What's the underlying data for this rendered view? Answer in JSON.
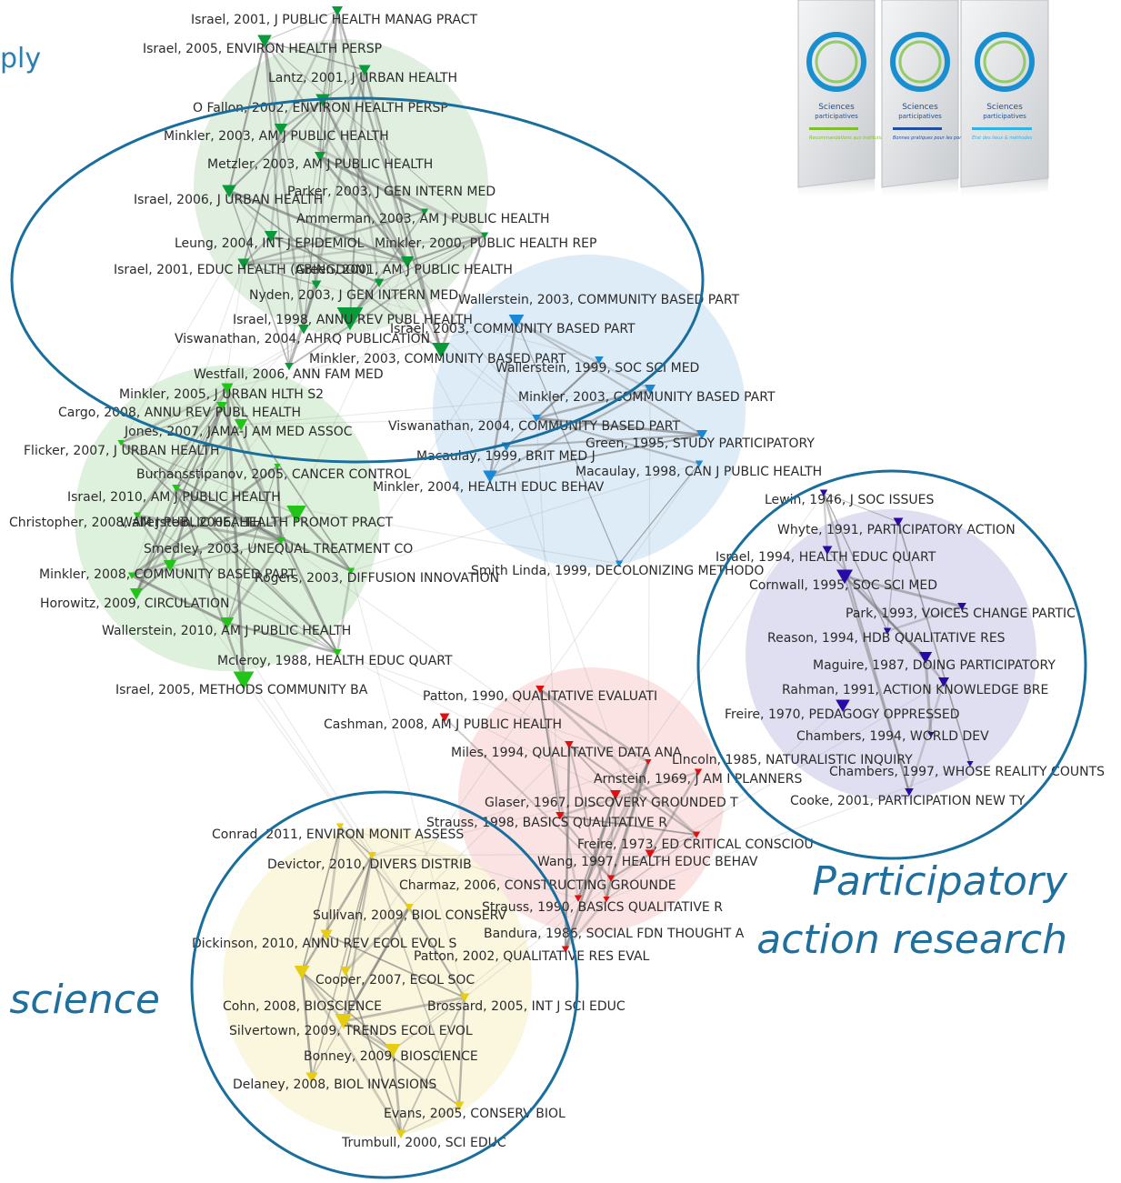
{
  "heading_fragment": "ply",
  "cluster_titles": {
    "par": [
      "Participatory",
      "action research"
    ],
    "cit": "n science"
  },
  "brochure": {
    "covers": [
      {
        "title1": "Sciences",
        "title2": "participatives",
        "subtitle": "Recommandations aux institutions",
        "accent": "#7fbf2a"
      },
      {
        "title1": "Sciences",
        "title2": "participatives",
        "subtitle": "Bonnes pratiques pour les porteurs de projet",
        "accent": "#1f4f9e"
      },
      {
        "title1": "Sciences",
        "title2": "participatives",
        "subtitle": "État des lieux & méthodes",
        "accent": "#2fb3e0"
      }
    ]
  },
  "colors": {
    "cbpr": "#0a9a3a",
    "cbpr_light": "#22c41a",
    "blue": "#1a88d6",
    "purple": "#2a0aa6",
    "red": "#e01010",
    "yellow": "#e6cc12",
    "ellipse": "#1a6e9e"
  },
  "nodes": [
    {
      "label": "Israel, 2001, J PUBLIC HEALTH MANAG PRACT",
      "c": "cbpr"
    },
    {
      "label": "Israel, 2005, ENVIRON HEALTH PERSP",
      "c": "cbpr"
    },
    {
      "label": "Lantz, 2001, J URBAN HEALTH",
      "c": "cbpr"
    },
    {
      "label": "O Fallon, 2002, ENVIRON HEALTH PERSP",
      "c": "cbpr"
    },
    {
      "label": "Minkler, 2003, AM J PUBLIC HEALTH",
      "c": "cbpr"
    },
    {
      "label": "Metzler, 2003, AM J PUBLIC HEALTH",
      "c": "cbpr"
    },
    {
      "label": "Parker, 2003, J GEN INTERN MED",
      "c": "cbpr"
    },
    {
      "label": "Israel, 2006, J URBAN HEALTH",
      "c": "cbpr"
    },
    {
      "label": "Ammerman, 2003, AM J PUBLIC HEALTH",
      "c": "cbpr"
    },
    {
      "label": "Leung, 2004, INT J EPIDEMIOL",
      "c": "cbpr"
    },
    {
      "label": "Minkler, 2000, PUBLIC HEALTH REP",
      "c": "cbpr"
    },
    {
      "label": "Israel, 2001, EDUC HEALTH (ABINGDON)",
      "c": "cbpr"
    },
    {
      "label": "Green, 2001, AM J PUBLIC HEALTH",
      "c": "cbpr"
    },
    {
      "label": "Nyden, 2003, J GEN INTERN MED",
      "c": "cbpr"
    },
    {
      "label": "Israel, 1998, ANNU REV PUBL HEALTH",
      "c": "cbpr"
    },
    {
      "label": "Viswanathan, 2004, AHRQ PUBLICATION",
      "c": "cbpr"
    },
    {
      "label": "Israel, 2003, COMMUNITY BASED PART",
      "c": "cbpr"
    },
    {
      "label": "Minkler, 2003, COMMUNITY BASED PART",
      "c": "cbpr"
    },
    {
      "label": "Westfall, 2006, ANN FAM MED",
      "c": "cbpr_light"
    },
    {
      "label": "Minkler, 2005, J URBAN HLTH S2",
      "c": "cbpr_light"
    },
    {
      "label": "Cargo, 2008, ANNU REV PUBL HEALTH",
      "c": "cbpr_light"
    },
    {
      "label": "Jones, 2007, JAMA-J AM MED ASSOC",
      "c": "cbpr_light"
    },
    {
      "label": "Flicker, 2007, J URBAN HEALTH",
      "c": "cbpr_light"
    },
    {
      "label": "Burhansstipanov, 2005, CANCER CONTROL",
      "c": "cbpr_light"
    },
    {
      "label": "Israel, 2010, AM J PUBLIC HEALTH",
      "c": "cbpr_light"
    },
    {
      "label": "Christopher, 2008, AM J PUBLIC HEALTH",
      "c": "cbpr_light"
    },
    {
      "label": "Wallerstein, 2006, HEALTH PROMOT PRACT",
      "c": "cbpr_light"
    },
    {
      "label": "Smedley, 2003, UNEQUAL TREATMENT CO",
      "c": "cbpr_light"
    },
    {
      "label": "Minkler, 2008, COMMUNITY BASED PART",
      "c": "cbpr_light"
    },
    {
      "label": "Rogers, 2003, DIFFUSION INNOVATION",
      "c": "cbpr_light"
    },
    {
      "label": "Horowitz, 2009, CIRCULATION",
      "c": "cbpr_light"
    },
    {
      "label": "Wallerstein, 2010, AM J PUBLIC HEALTH",
      "c": "cbpr_light"
    },
    {
      "label": "Mcleroy, 1988, HEALTH EDUC QUART",
      "c": "cbpr_light"
    },
    {
      "label": "Israel, 2005, METHODS COMMUNITY BA",
      "c": "cbpr_light"
    },
    {
      "label": "Wallerstein, 2003, COMMUNITY BASED PART",
      "c": "blue"
    },
    {
      "label": "Wallerstein, 1999, SOC SCI MED",
      "c": "blue"
    },
    {
      "label": "Minkler, 2003, COMMUNITY BASED PART",
      "c": "blue"
    },
    {
      "label": "Viswanathan, 2004, COMMUNITY BASED PART",
      "c": "blue"
    },
    {
      "label": "Green, 1995, STUDY PARTICIPATORY",
      "c": "blue"
    },
    {
      "label": "Macaulay, 1999, BRIT MED J",
      "c": "blue"
    },
    {
      "label": "Macaulay, 1998, CAN J PUBLIC HEALTH",
      "c": "blue"
    },
    {
      "label": "Minkler, 2004, HEALTH EDUC BEHAV",
      "c": "blue"
    },
    {
      "label": "Smith Linda, 1999, DECOLONIZING METHODO",
      "c": "blue"
    },
    {
      "label": "Lewin, 1946, J SOC ISSUES",
      "c": "purple"
    },
    {
      "label": "Whyte, 1991, PARTICIPATORY ACTION",
      "c": "purple"
    },
    {
      "label": "Israel, 1994, HEALTH EDUC QUART",
      "c": "purple"
    },
    {
      "label": "Cornwall, 1995, SOC SCI MED",
      "c": "purple"
    },
    {
      "label": "Park, 1993, VOICES CHANGE PARTIC",
      "c": "purple"
    },
    {
      "label": "Reason, 1994, HDB QUALITATIVE RES",
      "c": "purple"
    },
    {
      "label": "Maguire, 1987, DOING PARTICIPATORY",
      "c": "purple"
    },
    {
      "label": "Rahman, 1991, ACTION KNOWLEDGE BRE",
      "c": "purple"
    },
    {
      "label": "Freire, 1970, PEDAGOGY OPPRESSED",
      "c": "purple"
    },
    {
      "label": "Chambers, 1994, WORLD DEV",
      "c": "purple"
    },
    {
      "label": "Chambers, 1997, WHOSE REALITY COUNTS",
      "c": "purple"
    },
    {
      "label": "Cooke, 2001, PARTICIPATION NEW TY",
      "c": "purple"
    },
    {
      "label": "Patton, 1990, QUALITATIVE EVALUATI",
      "c": "red"
    },
    {
      "label": "Cashman, 2008, AM J PUBLIC HEALTH",
      "c": "red"
    },
    {
      "label": "Miles, 1994, QUALITATIVE DATA ANA",
      "c": "red"
    },
    {
      "label": "Lincoln, 1985, NATURALISTIC INQUIRY",
      "c": "red"
    },
    {
      "label": "Arnstein, 1969, J AM I PLANNERS",
      "c": "red"
    },
    {
      "label": "Glaser, 1967, DISCOVERY GROUNDED T",
      "c": "red"
    },
    {
      "label": "Strauss, 1998, BASICS QUALITATIVE R",
      "c": "red"
    },
    {
      "label": "Freire, 1973, ED CRITICAL CONSCIOU",
      "c": "red"
    },
    {
      "label": "Wang, 1997, HEALTH EDUC BEHAV",
      "c": "red"
    },
    {
      "label": "Charmaz, 2006, CONSTRUCTING GROUNDE",
      "c": "red"
    },
    {
      "label": "Strauss, 1990, BASICS QUALITATIVE R",
      "c": "red"
    },
    {
      "label": "Bandura, 1986, SOCIAL FDN THOUGHT A",
      "c": "red"
    },
    {
      "label": "Patton, 2002, QUALITATIVE RES EVAL",
      "c": "red"
    },
    {
      "label": "Conrad, 2011, ENVIRON MONIT ASSESS",
      "c": "yellow"
    },
    {
      "label": "Devictor, 2010, DIVERS DISTRIB",
      "c": "yellow"
    },
    {
      "label": "Sullivan, 2009, BIOL CONSERV",
      "c": "yellow"
    },
    {
      "label": "Dickinson, 2010, ANNU REV ECOL EVOL S",
      "c": "yellow"
    },
    {
      "label": "Cooper, 2007, ECOL SOC",
      "c": "yellow"
    },
    {
      "label": "Cohn, 2008, BIOSCIENCE",
      "c": "yellow"
    },
    {
      "label": "Brossard, 2005, INT J SCI EDUC",
      "c": "yellow"
    },
    {
      "label": "Silvertown, 2009, TRENDS ECOL EVOL",
      "c": "yellow"
    },
    {
      "label": "Bonney, 2009, BIOSCIENCE",
      "c": "yellow"
    },
    {
      "label": "Delaney, 2008, BIOL INVASIONS",
      "c": "yellow"
    },
    {
      "label": "Evans, 2005, CONSERV BIOL",
      "c": "yellow"
    },
    {
      "label": "Trumbull, 2000, SCI EDUC",
      "c": "yellow"
    }
  ]
}
